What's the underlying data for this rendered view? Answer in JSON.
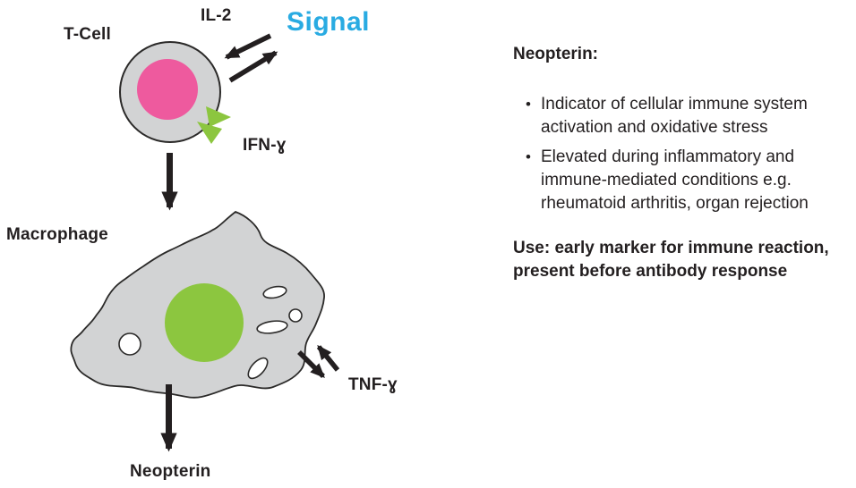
{
  "colors": {
    "background": "#ffffff",
    "cell_gray": "#d2d3d4",
    "outline": "#2b2a29",
    "nucleus_pink": "#ee5a9e",
    "nucleus_green": "#8cc63f",
    "signal_cyan": "#29abe2",
    "arrow_black": "#231f20",
    "text_dark": "#231f20"
  },
  "diagram": {
    "labels": {
      "t_cell": "T-Cell",
      "il2": "IL-2",
      "signal": "Signal",
      "ifn_gamma": "IFN-ɣ",
      "macrophage": "Macrophage",
      "tnf_gamma": "TNF-ɣ",
      "neopterin": "Neopterin"
    }
  },
  "info_panel": {
    "heading": "Neopterin:",
    "bullet_glyph": "•",
    "bullets": [
      "Indicator of cellular immune system activation and oxidative stress",
      "Elevated during inflammatory and immune-mediated conditions e.g. rheumatoid arthritis, organ rejection"
    ],
    "use_note": "Use: early marker for immune reaction, present before antibody response"
  }
}
